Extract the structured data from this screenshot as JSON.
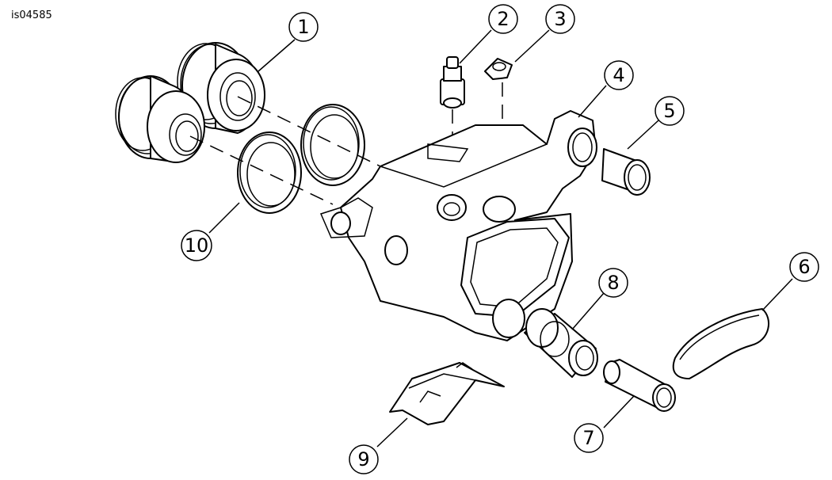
{
  "figure_id": "is04585",
  "callouts": [
    "1",
    "2",
    "3",
    "4",
    "5",
    "6",
    "7",
    "8",
    "9",
    "10"
  ]
}
